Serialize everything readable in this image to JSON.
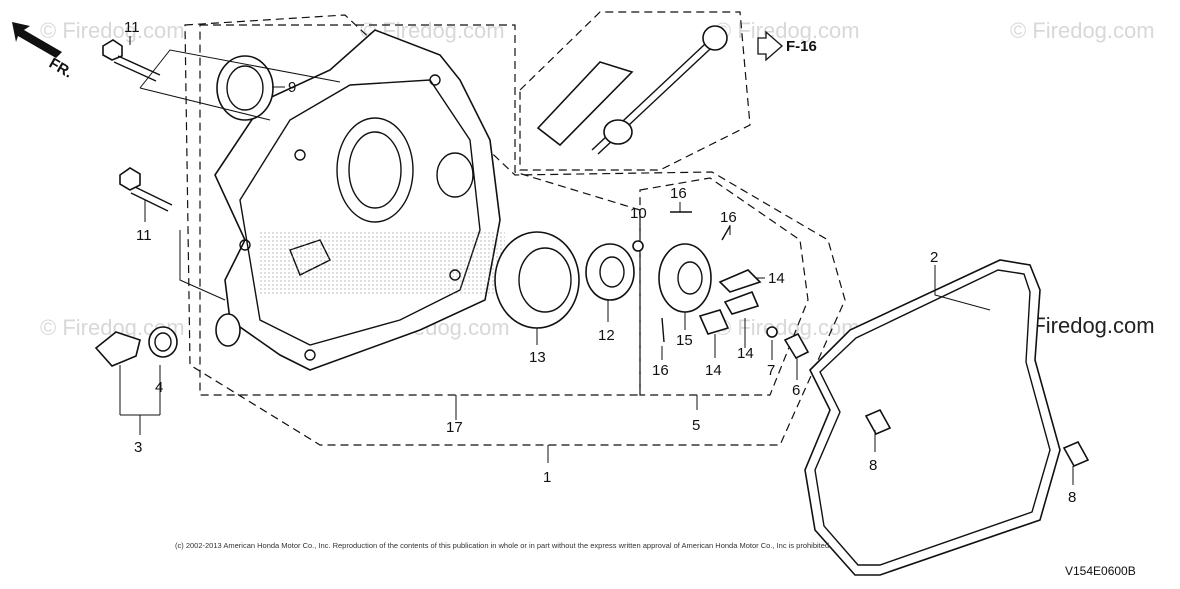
{
  "watermark": "© Firedog.com",
  "direction_marker": "FR.",
  "reference": "F-16",
  "copyright": "(c) 2002-2013 American Honda Motor Co., Inc. Reproduction of the contents of this publication in whole or in part without the express written approval of American Honda Motor Co., Inc is prohibited.",
  "diagram_code": "V154E0600B",
  "callouts": {
    "c1": "1",
    "c2": "2",
    "c3": "3",
    "c4": "4",
    "c5": "5",
    "c6": "6",
    "c7": "7",
    "c8a": "8",
    "c8b": "8",
    "c9": "9",
    "c10": "10",
    "c11a": "11",
    "c11b": "11",
    "c12": "12",
    "c13": "13",
    "c14a": "14",
    "c14b": "14",
    "c14c": "14",
    "c15": "15",
    "c16a": "16",
    "c16b": "16",
    "c16c": "16",
    "c17": "17"
  }
}
